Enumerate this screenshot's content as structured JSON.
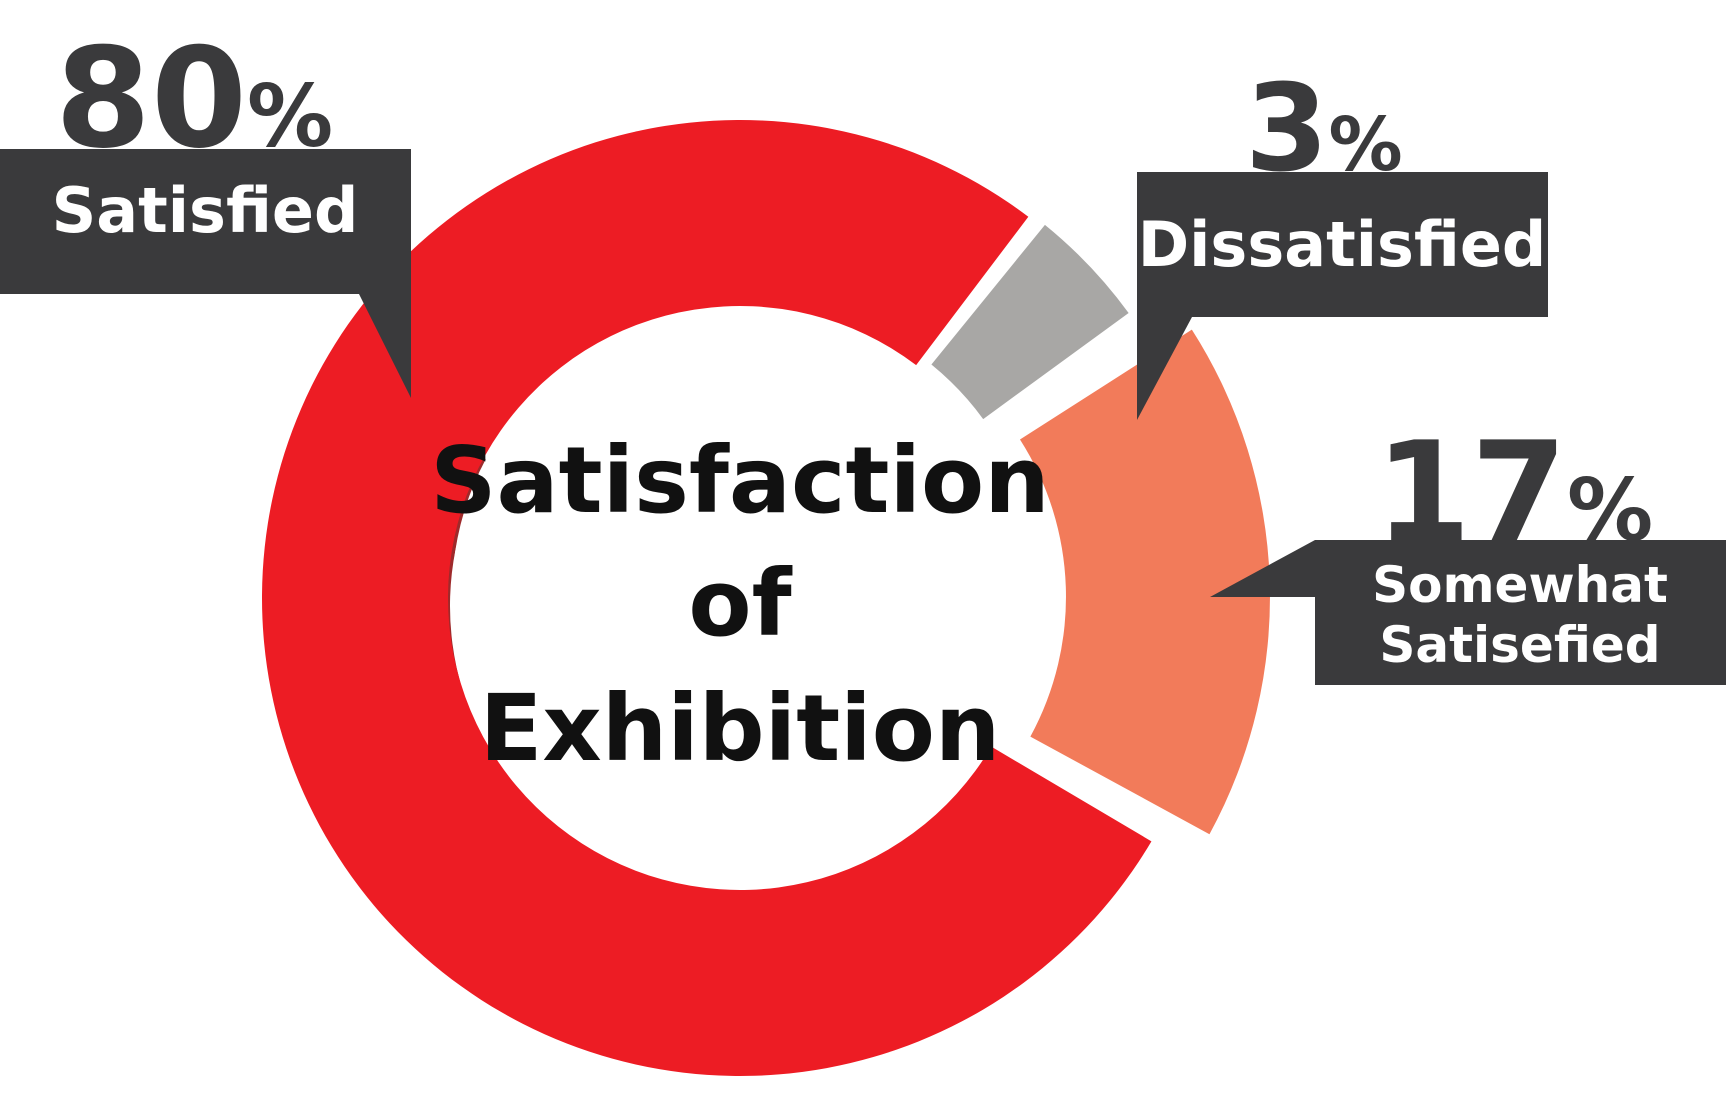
{
  "chart_data": {
    "type": "pie",
    "title": "Satisfaction of Exhibition",
    "title_lines": [
      "Satisfaction",
      "of",
      "Exhibition"
    ],
    "series": [
      {
        "name": "",
        "values": [
          {
            "label": "Satisfied",
            "label_lines": [
              "Satisfied"
            ],
            "value": 80,
            "display": "80%",
            "color": "#ed1c24"
          },
          {
            "label": "Dissatisfied",
            "label_lines": [
              "Dissatisfied"
            ],
            "value": 3,
            "display": "3%",
            "color": "#a8a7a5"
          },
          {
            "label": "Somewhat Satisefied",
            "label_lines": [
              "Somewhat",
              "Satisefied"
            ],
            "value": 17,
            "display": "17%",
            "color": "#f27b5a"
          }
        ]
      }
    ],
    "style": "donut",
    "legend": "none",
    "colors": {
      "callout_box": "#3a3a3c",
      "callout_text": "#ffffff",
      "percent_text": "#3a3a3c",
      "inner_shadow": "#9e2a2b"
    }
  }
}
